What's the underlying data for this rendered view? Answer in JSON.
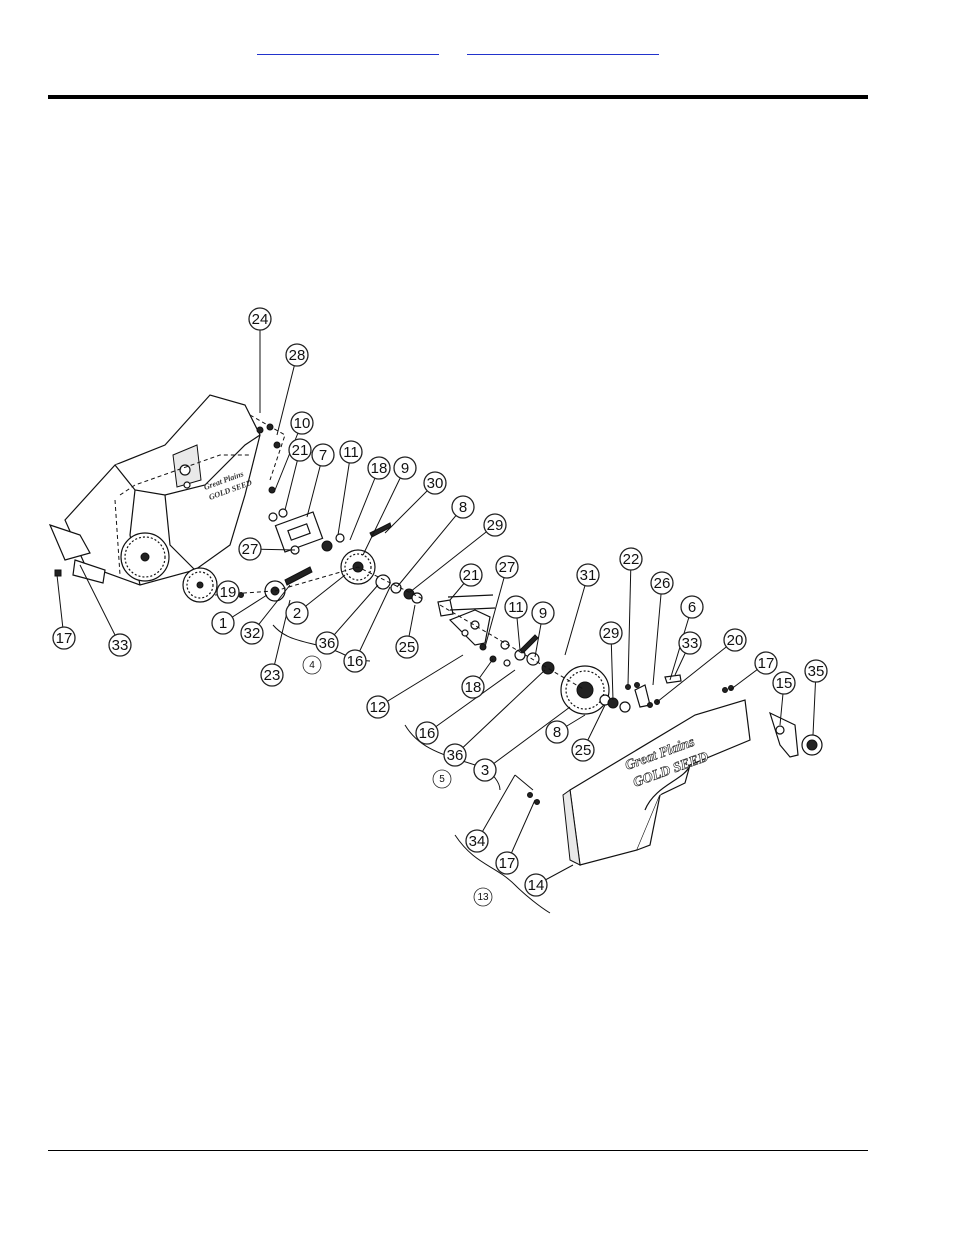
{
  "header": {
    "prev_link": "",
    "next_link": ""
  },
  "diagram": {
    "callouts": [
      {
        "id": "c24",
        "label": "24"
      },
      {
        "id": "c28",
        "label": "28"
      },
      {
        "id": "c10",
        "label": "10"
      },
      {
        "id": "c21a",
        "label": "21"
      },
      {
        "id": "c7",
        "label": "7"
      },
      {
        "id": "c11a",
        "label": "11"
      },
      {
        "id": "c18a",
        "label": "18"
      },
      {
        "id": "c9a",
        "label": "9"
      },
      {
        "id": "c30",
        "label": "30"
      },
      {
        "id": "c8a",
        "label": "8"
      },
      {
        "id": "c29a",
        "label": "29"
      },
      {
        "id": "c27a",
        "label": "27"
      },
      {
        "id": "c19",
        "label": "19"
      },
      {
        "id": "c1",
        "label": "1"
      },
      {
        "id": "c32",
        "label": "32"
      },
      {
        "id": "c2",
        "label": "2"
      },
      {
        "id": "c36a",
        "label": "36"
      },
      {
        "id": "c16a",
        "label": "16"
      },
      {
        "id": "c25a",
        "label": "25"
      },
      {
        "id": "c23",
        "label": "23"
      },
      {
        "id": "c17a",
        "label": "17"
      },
      {
        "id": "c33a",
        "label": "33"
      },
      {
        "id": "c27b",
        "label": "27"
      },
      {
        "id": "c21b",
        "label": "21"
      },
      {
        "id": "c31",
        "label": "31"
      },
      {
        "id": "c11b",
        "label": "11"
      },
      {
        "id": "c9b",
        "label": "9"
      },
      {
        "id": "c18b",
        "label": "18"
      },
      {
        "id": "c12",
        "label": "12"
      },
      {
        "id": "c16b",
        "label": "16"
      },
      {
        "id": "c36b",
        "label": "36"
      },
      {
        "id": "c3",
        "label": "3"
      },
      {
        "id": "c8b",
        "label": "8"
      },
      {
        "id": "c29b",
        "label": "29"
      },
      {
        "id": "c25b",
        "label": "25"
      },
      {
        "id": "c22",
        "label": "22"
      },
      {
        "id": "c26",
        "label": "26"
      },
      {
        "id": "c6",
        "label": "6"
      },
      {
        "id": "c33b",
        "label": "33"
      },
      {
        "id": "c20",
        "label": "20"
      },
      {
        "id": "c17b",
        "label": "17"
      },
      {
        "id": "c15",
        "label": "15"
      },
      {
        "id": "c35",
        "label": "35"
      },
      {
        "id": "c34",
        "label": "34"
      },
      {
        "id": "c17c",
        "label": "17"
      },
      {
        "id": "c14",
        "label": "14"
      }
    ],
    "assembly_callouts": [
      {
        "id": "a4",
        "label": "4"
      },
      {
        "id": "a5",
        "label": "5"
      },
      {
        "id": "a13",
        "label": "13"
      }
    ],
    "brand_text": {
      "cover_line1": "Great Plains",
      "cover_line2": "GOLD SEED",
      "box_line1": "Great Plains",
      "box_line2": "GOLD SEED"
    }
  }
}
